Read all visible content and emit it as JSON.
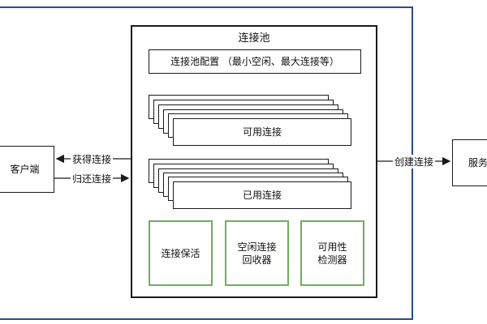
{
  "diagram": {
    "pool_title": "连接池",
    "config_label": "连接池配置 （最小空闲、最大连接等）",
    "available_label": "可用连接",
    "used_label": "已用连接",
    "keepalive_label": "连接保活",
    "idle_recycler_line1": "空闲连接",
    "idle_recycler_line2": "回收器",
    "availability_line1": "可用性",
    "availability_line2": "检测器",
    "client_label": "客户端",
    "server_label": "服务",
    "acquire_label": "获得连接",
    "return_label": "归还连接",
    "create_label": "创建连接"
  },
  "colors": {
    "outer_frame": "#2b4a8f",
    "module_border": "#6fae5f",
    "stroke": "#1a1a1a"
  }
}
